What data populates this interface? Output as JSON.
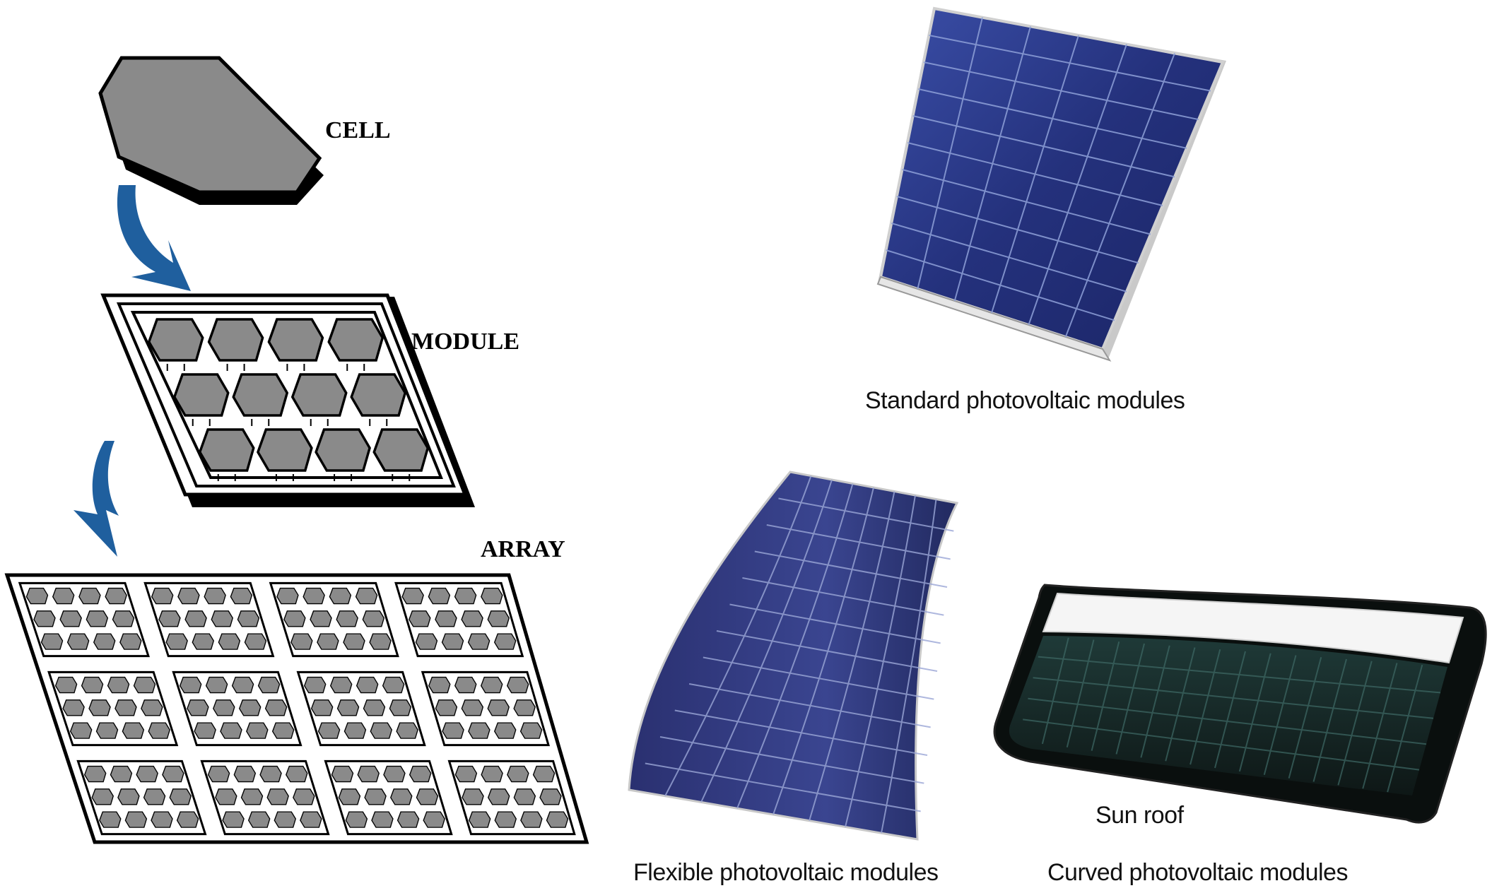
{
  "diagram": {
    "stages": [
      {
        "key": "cell",
        "label": "CELL"
      },
      {
        "key": "module",
        "label": "MODULE"
      },
      {
        "key": "array",
        "label": "ARRAY"
      }
    ],
    "array_grid": {
      "rows": 3,
      "cols": 4
    },
    "module_grid": {
      "rows": 3,
      "cols": 4
    }
  },
  "photos": {
    "standard": {
      "caption": "Standard photovoltaic modules"
    },
    "flexible": {
      "caption": "Flexible photovoltaic modules"
    },
    "curved": {
      "caption": "Curved photovoltaic modules",
      "sub_caption": "Sun roof"
    }
  },
  "colors": {
    "cell_fill": "#8a8a8a",
    "arrow": "#1f5f9e",
    "panel_blue": "#2a3a8c",
    "panel_dark": "#1b2f2e"
  }
}
